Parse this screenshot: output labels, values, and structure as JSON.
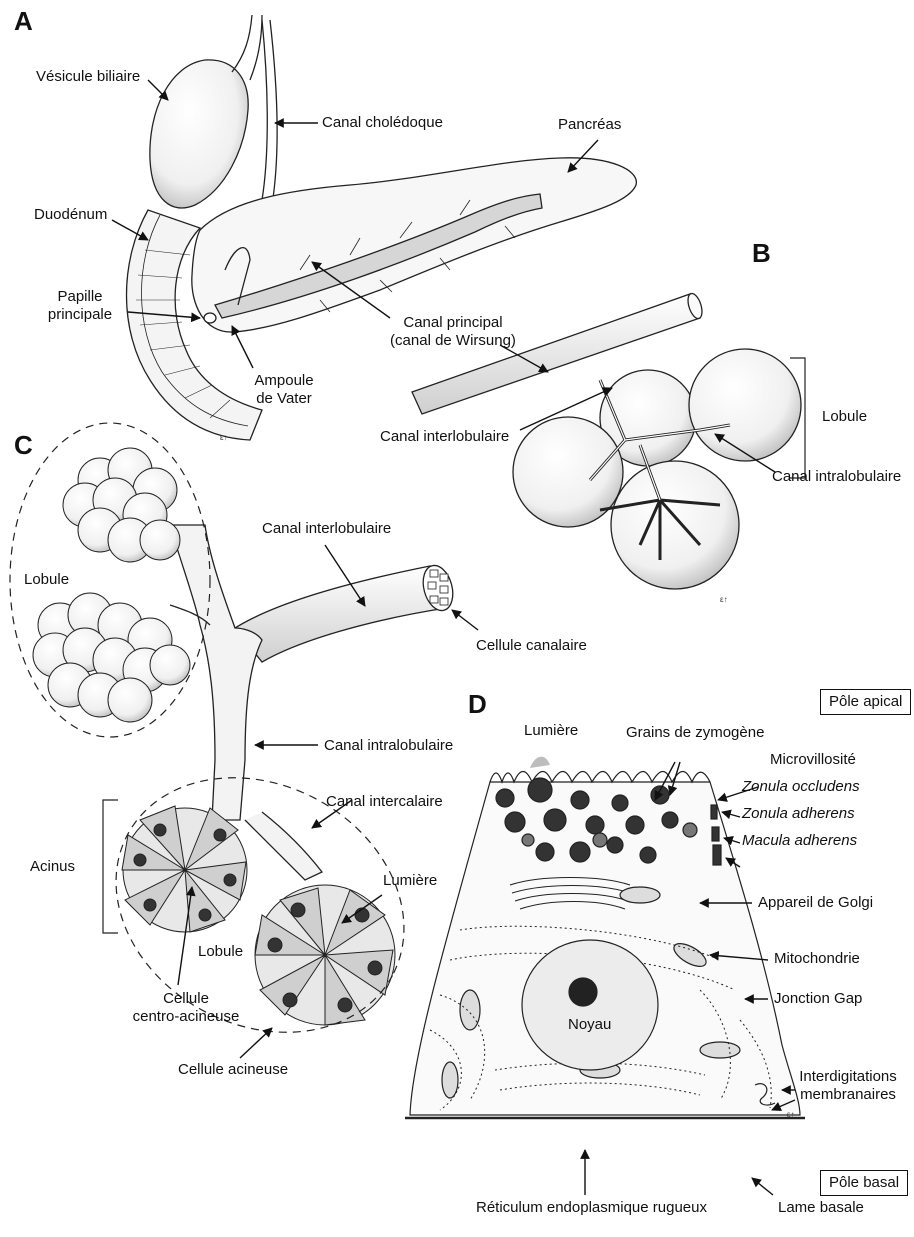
{
  "panels": {
    "A": {
      "letter": "A",
      "labels": {
        "vesicule": "Vésicule biliaire",
        "choledoque": "Canal cholédoque",
        "pancreas": "Pancréas",
        "duodenum": "Duodénum",
        "papille": [
          "Papille",
          "principale"
        ],
        "wirsung": [
          "Canal principal",
          "(canal de Wirsung)"
        ],
        "ampoule": [
          "Ampoule",
          "de Vater"
        ]
      }
    },
    "B": {
      "letter": "B",
      "labels": {
        "lobule": "Lobule",
        "interlobulaire": "Canal interlobulaire",
        "intralobulaire": "Canal intralobulaire"
      }
    },
    "C": {
      "letter": "C",
      "labels": {
        "interlobulaire": "Canal interlobulaire",
        "lobule_top": "Lobule",
        "canalaire": "Cellule canalaire",
        "intralobulaire": "Canal intralobulaire",
        "intercalaire": "Canal intercalaire",
        "acinus": "Acinus",
        "lumiere": "Lumière",
        "lobule_bottom": "Lobule",
        "centro": [
          "Cellule",
          "centro-acineuse"
        ],
        "acineuse": "Cellule acineuse"
      }
    },
    "D": {
      "letter": "D",
      "labels": {
        "pole_apical": "Pôle apical",
        "lumiere": "Lumière",
        "zymogene": "Grains de zymogène",
        "microvillosite": "Microvillosité",
        "occludens": "Zonula occludens",
        "adherens_z": "Zonula adherens",
        "adherens_m": "Macula adherens",
        "golgi": "Appareil de Golgi",
        "mitochondrie": "Mitochondrie",
        "gap": "Jonction Gap",
        "noyau": "Noyau",
        "interdigitations": [
          "Interdigitations",
          "membranaires"
        ],
        "pole_basal": "Pôle basal",
        "reticulum": "Réticulum endoplasmique rugueux",
        "lame": "Lame basale"
      }
    }
  }
}
